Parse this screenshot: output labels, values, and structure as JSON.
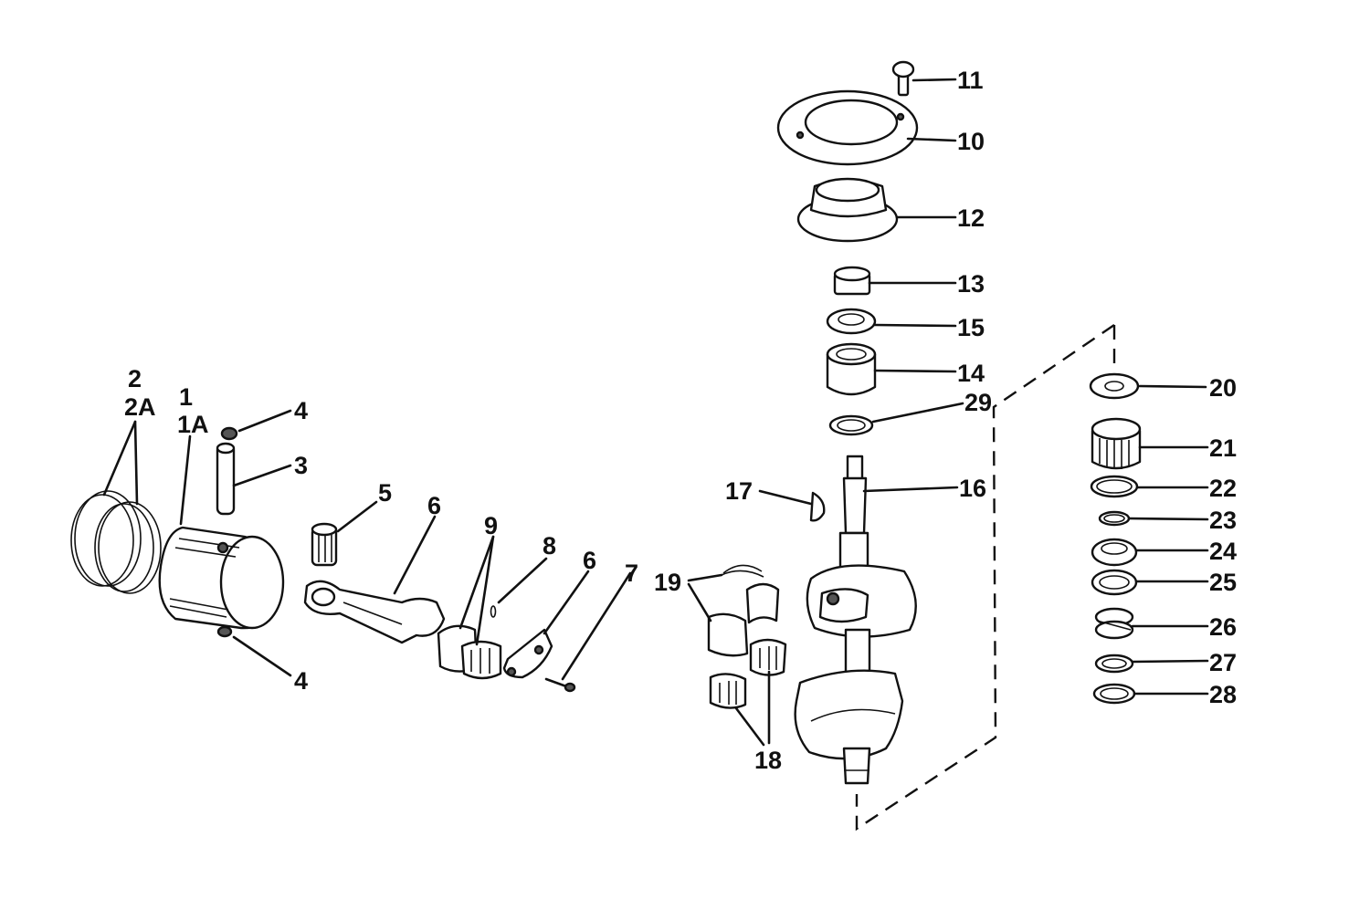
{
  "diagram": {
    "type": "exploded-parts-view",
    "callouts": {
      "p1": "1",
      "p1a": "1A",
      "p2": "2",
      "p2a": "2A",
      "p3": "3",
      "p4": "4",
      "p5": "5",
      "p6": "6",
      "p7": "7",
      "p8": "8",
      "p9": "9",
      "p10": "10",
      "p11": "11",
      "p12": "12",
      "p13": "13",
      "p14": "14",
      "p15": "15",
      "p16": "16",
      "p17": "17",
      "p18": "18",
      "p19": "19",
      "p20": "20",
      "p21": "21",
      "p22": "22",
      "p23": "23",
      "p24": "24",
      "p25": "25",
      "p26": "26",
      "p27": "27",
      "p28": "28",
      "p29": "29"
    }
  }
}
